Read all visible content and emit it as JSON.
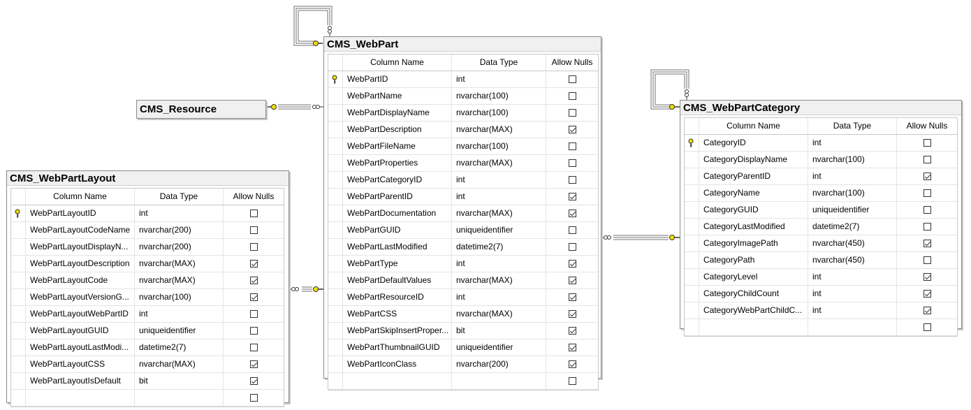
{
  "tables": {
    "webpart": {
      "title": "CMS_WebPart",
      "headers": {
        "name": "Column Name",
        "type": "Data Type",
        "nulls": "Allow Nulls"
      },
      "rows": [
        {
          "name": "WebPartID",
          "type": "int",
          "nulls": false,
          "pk": true
        },
        {
          "name": "WebPartName",
          "type": "nvarchar(100)",
          "nulls": false
        },
        {
          "name": "WebPartDisplayName",
          "type": "nvarchar(100)",
          "nulls": false
        },
        {
          "name": "WebPartDescription",
          "type": "nvarchar(MAX)",
          "nulls": true
        },
        {
          "name": "WebPartFileName",
          "type": "nvarchar(100)",
          "nulls": false
        },
        {
          "name": "WebPartProperties",
          "type": "nvarchar(MAX)",
          "nulls": false
        },
        {
          "name": "WebPartCategoryID",
          "type": "int",
          "nulls": false
        },
        {
          "name": "WebPartParentID",
          "type": "int",
          "nulls": true
        },
        {
          "name": "WebPartDocumentation",
          "type": "nvarchar(MAX)",
          "nulls": true
        },
        {
          "name": "WebPartGUID",
          "type": "uniqueidentifier",
          "nulls": false
        },
        {
          "name": "WebPartLastModified",
          "type": "datetime2(7)",
          "nulls": false
        },
        {
          "name": "WebPartType",
          "type": "int",
          "nulls": true
        },
        {
          "name": "WebPartDefaultValues",
          "type": "nvarchar(MAX)",
          "nulls": true
        },
        {
          "name": "WebPartResourceID",
          "type": "int",
          "nulls": true
        },
        {
          "name": "WebPartCSS",
          "type": "nvarchar(MAX)",
          "nulls": true
        },
        {
          "name": "WebPartSkipInsertProper...",
          "type": "bit",
          "nulls": true
        },
        {
          "name": "WebPartThumbnailGUID",
          "type": "uniqueidentifier",
          "nulls": true
        },
        {
          "name": "WebPartIconClass",
          "type": "nvarchar(200)",
          "nulls": true
        },
        {
          "name": "",
          "type": "",
          "nulls": false
        }
      ]
    },
    "category": {
      "title": "CMS_WebPartCategory",
      "headers": {
        "name": "Column Name",
        "type": "Data Type",
        "nulls": "Allow Nulls"
      },
      "rows": [
        {
          "name": "CategoryID",
          "type": "int",
          "nulls": false,
          "pk": true
        },
        {
          "name": "CategoryDisplayName",
          "type": "nvarchar(100)",
          "nulls": false
        },
        {
          "name": "CategoryParentID",
          "type": "int",
          "nulls": true
        },
        {
          "name": "CategoryName",
          "type": "nvarchar(100)",
          "nulls": false
        },
        {
          "name": "CategoryGUID",
          "type": "uniqueidentifier",
          "nulls": false
        },
        {
          "name": "CategoryLastModified",
          "type": "datetime2(7)",
          "nulls": false
        },
        {
          "name": "CategoryImagePath",
          "type": "nvarchar(450)",
          "nulls": true
        },
        {
          "name": "CategoryPath",
          "type": "nvarchar(450)",
          "nulls": false
        },
        {
          "name": "CategoryLevel",
          "type": "int",
          "nulls": true
        },
        {
          "name": "CategoryChildCount",
          "type": "int",
          "nulls": true
        },
        {
          "name": "CategoryWebPartChildC...",
          "type": "int",
          "nulls": true
        },
        {
          "name": "",
          "type": "",
          "nulls": false
        }
      ]
    },
    "layout": {
      "title": "CMS_WebPartLayout",
      "headers": {
        "name": "Column Name",
        "type": "Data Type",
        "nulls": "Allow Nulls"
      },
      "rows": [
        {
          "name": "WebPartLayoutID",
          "type": "int",
          "nulls": false,
          "pk": true
        },
        {
          "name": "WebPartLayoutCodeName",
          "type": "nvarchar(200)",
          "nulls": false
        },
        {
          "name": "WebPartLayoutDisplayN...",
          "type": "nvarchar(200)",
          "nulls": false
        },
        {
          "name": "WebPartLayoutDescription",
          "type": "nvarchar(MAX)",
          "nulls": true
        },
        {
          "name": "WebPartLayoutCode",
          "type": "nvarchar(MAX)",
          "nulls": true
        },
        {
          "name": "WebPartLayoutVersionG...",
          "type": "nvarchar(100)",
          "nulls": true
        },
        {
          "name": "WebPartLayoutWebPartID",
          "type": "int",
          "nulls": false
        },
        {
          "name": "WebPartLayoutGUID",
          "type": "uniqueidentifier",
          "nulls": false
        },
        {
          "name": "WebPartLayoutLastModi...",
          "type": "datetime2(7)",
          "nulls": false
        },
        {
          "name": "WebPartLayoutCSS",
          "type": "nvarchar(MAX)",
          "nulls": true
        },
        {
          "name": "WebPartLayoutIsDefault",
          "type": "bit",
          "nulls": true
        },
        {
          "name": "",
          "type": "",
          "nulls": false
        }
      ]
    },
    "resource": {
      "title": "CMS_Resource"
    }
  },
  "colors": {
    "key_yellow": "#f2e000",
    "border": "#8a8a8a",
    "title_bg": "#f0f0f0"
  }
}
